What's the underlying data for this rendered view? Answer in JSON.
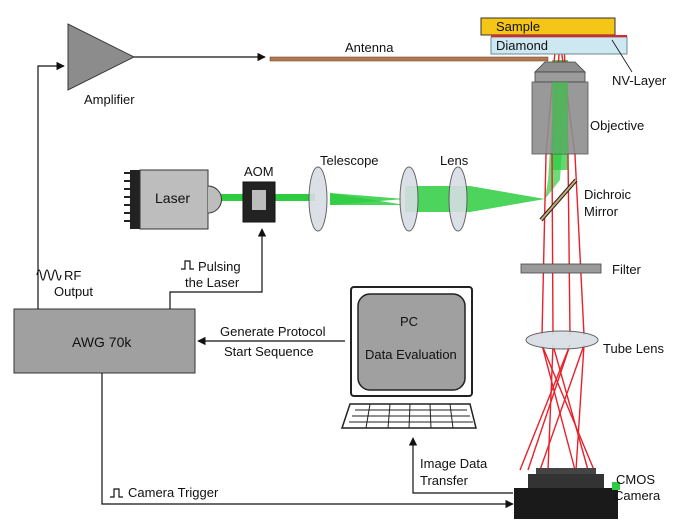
{
  "labels": {
    "amplifier": "Amplifier",
    "antenna": "Antenna",
    "sample": "Sample",
    "diamond": "Diamond",
    "nv_layer": "NV-Layer",
    "objective": "Objective",
    "laser": "Laser",
    "aom": "AOM",
    "telescope": "Telescope",
    "lens": "Lens",
    "dichroic_1": "Dichroic",
    "dichroic_2": "Mirror",
    "filter": "Filter",
    "tube_lens": "Tube Lens",
    "rf_1": "RF",
    "rf_2": "Output",
    "pulsing_1": "Pulsing",
    "pulsing_2": "the Laser",
    "awg": "AWG 70k",
    "generate_1": "Generate Protocol",
    "generate_2": "Start Sequence",
    "pc_1": "PC",
    "pc_2": "Data Evaluation",
    "image_data_1": "Image Data",
    "image_data_2": "Transfer",
    "camera_trigger": "Camera Trigger",
    "cmos_1": "CMOS",
    "cmos_2": "Camera"
  },
  "colors": {
    "amplifier_fill": "#8c8c8c",
    "box_fill": "#a0a0a0",
    "sample_fill": "#f5c518",
    "diamond_fill": "#cde8f0",
    "antenna": "#b07850",
    "green_beam": "#2ecc40",
    "red_ray": "#e8202a",
    "laser_fill": "#bdbdbd",
    "objective_fill": "#8e8e8e",
    "lens_fill": "#d6dde4",
    "camera_fill": "#1a1a1a"
  }
}
